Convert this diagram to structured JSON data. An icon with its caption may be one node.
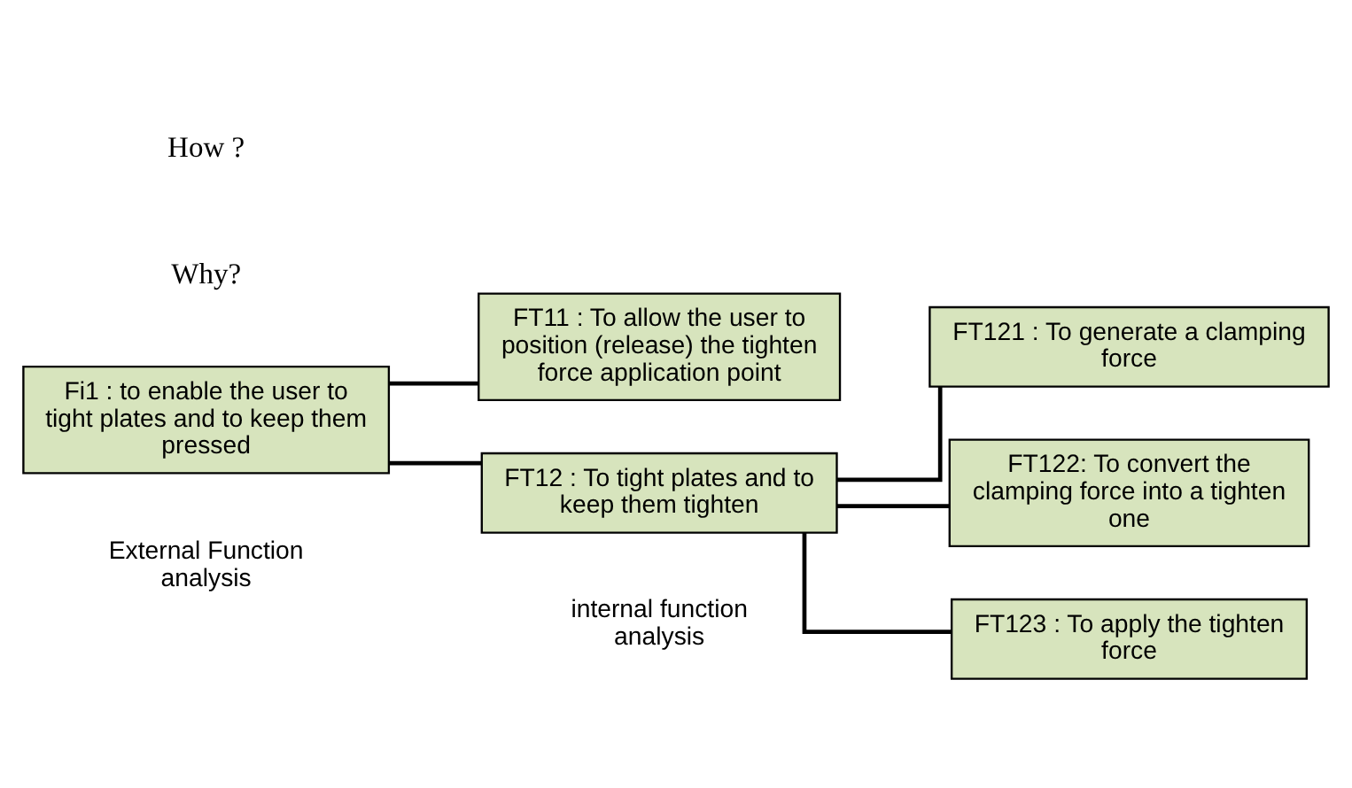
{
  "diagram": {
    "nodes": [
      {
        "text": [
          "Fi1 : to enable the user to tight plates and to keep them pressed"
        ]
      },
      {
        "text": [
          "FT11 : To allow the user to position (release) the tighten force application point"
        ]
      },
      {
        "text": [
          "FT12 : To tight plates and to keep them tighten"
        ]
      },
      {
        "text": [
          "FT121 : To generate a clamping force"
        ]
      },
      {
        "text": [
          "FT122: To convert the  clamping force into a tighten one"
        ]
      },
      {
        "text": [
          "FT123 : To apply the tighten force"
        ]
      }
    ],
    "edges": [
      {
        "from": 0,
        "to": 1,
        "arrow": "none"
      },
      {
        "from": 0,
        "to": 2,
        "arrow": "none"
      },
      {
        "from": 2,
        "to": 3,
        "arrow": "none"
      },
      {
        "from": 2,
        "to": 4,
        "arrow": "none"
      },
      {
        "from": 2,
        "to": 5,
        "arrow": "none"
      }
    ],
    "labels": [
      "How ?",
      "Why?",
      "External Function analysis",
      "internal function analysis"
    ]
  }
}
